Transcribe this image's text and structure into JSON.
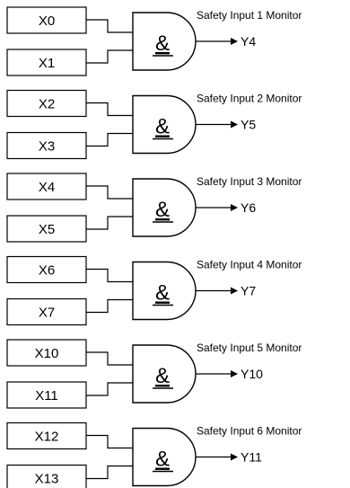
{
  "gates": [
    {
      "inputs": [
        "X0",
        "X1"
      ],
      "symbol": "&",
      "caption": "Safety Input 1 Monitor",
      "output": "Y4"
    },
    {
      "inputs": [
        "X2",
        "X3"
      ],
      "symbol": "&",
      "caption": "Safety Input 2 Monitor",
      "output": "Y5"
    },
    {
      "inputs": [
        "X4",
        "X5"
      ],
      "symbol": "&",
      "caption": "Safety Input 3 Monitor",
      "output": "Y6"
    },
    {
      "inputs": [
        "X6",
        "X7"
      ],
      "symbol": "&",
      "caption": "Safety Input 4 Monitor",
      "output": "Y7"
    },
    {
      "inputs": [
        "X10",
        "X11"
      ],
      "symbol": "&",
      "caption": "Safety Input 5 Monitor",
      "output": "Y10"
    },
    {
      "inputs": [
        "X12",
        "X13"
      ],
      "symbol": "&",
      "caption": "Safety Input 6 Monitor",
      "output": "Y11"
    }
  ]
}
